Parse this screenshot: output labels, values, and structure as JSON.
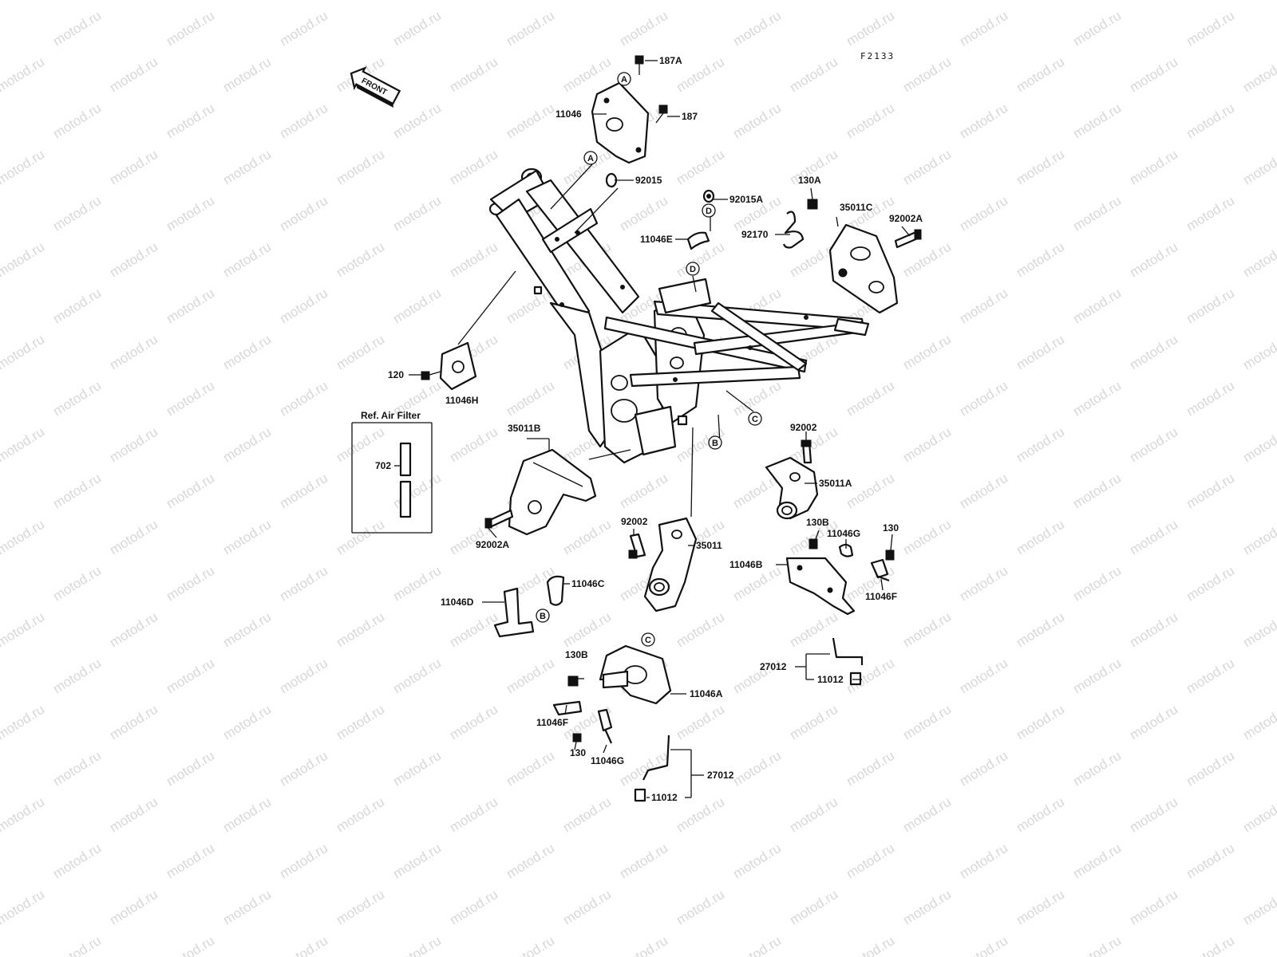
{
  "watermark": "motod.ru",
  "figure_id": "F2133",
  "front_arrow": {
    "label": "FRONT",
    "icon": "front-direction-arrow-icon"
  },
  "ref_box": {
    "title": "Ref. Air Filter",
    "part": "702"
  },
  "parts": {
    "p187A": "187A",
    "p187": "187",
    "p11046": "11046",
    "p92015": "92015",
    "p92015A": "92015A",
    "p130A": "130A",
    "p35011C": "35011C",
    "p92002A_r": "92002A",
    "p11046E": "11046E",
    "p92170": "92170",
    "p120": "120",
    "p11046H": "11046H",
    "p35011B": "35011B",
    "p92002A_l": "92002A",
    "p92002_r": "92002",
    "p35011A": "35011A",
    "p92002_c": "92002",
    "p35011": "35011",
    "p130B_r": "130B",
    "p11046G_r": "11046G",
    "p130_r": "130",
    "p11046B": "11046B",
    "p11046F_r": "11046F",
    "p11046C": "11046C",
    "p11046D": "11046D",
    "p130B_b": "130B",
    "p11046A": "11046A",
    "p11046F_b": "11046F",
    "p130_b": "130",
    "p11046G_b": "11046G",
    "p27012_r": "27012",
    "p11012_r": "11012",
    "p27012_b": "27012",
    "p11012_b": "11012"
  },
  "refs": {
    "A1": "A",
    "A2": "A",
    "B1": "B",
    "B2": "B",
    "C1": "C",
    "C2": "C",
    "D1": "D",
    "D2": "D"
  }
}
